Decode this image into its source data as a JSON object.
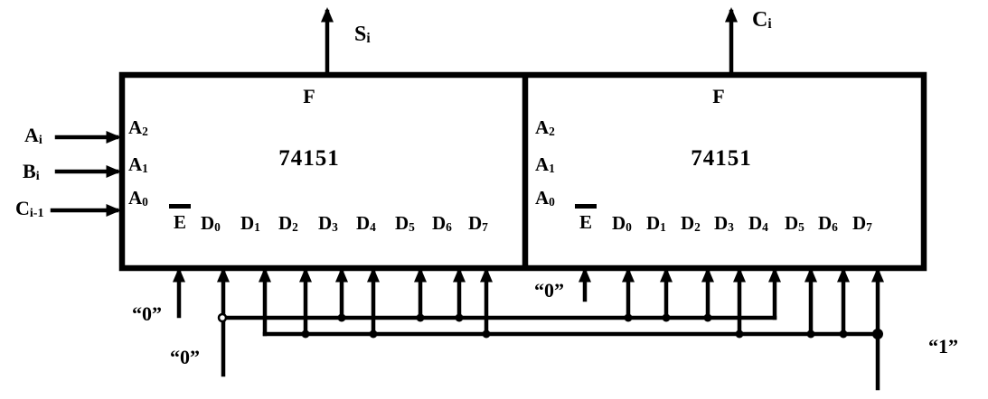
{
  "colors": {
    "ink": "#000000",
    "background": "#ffffff"
  },
  "outputs": {
    "sum": {
      "base": "S",
      "sub": "i"
    },
    "carry": {
      "base": "C",
      "sub": "i"
    }
  },
  "inputs": [
    {
      "base": "A",
      "sub": "i"
    },
    {
      "base": "B",
      "sub": "i"
    },
    {
      "base": "C",
      "sub": "i-1"
    }
  ],
  "chips": [
    {
      "function_label": "F",
      "part_number": "74151",
      "select_pins": [
        {
          "base": "A",
          "sub": "2"
        },
        {
          "base": "A",
          "sub": "1"
        },
        {
          "base": "A",
          "sub": "0"
        }
      ],
      "enable_pin": {
        "base": "E",
        "overline": true
      },
      "data_pins": [
        {
          "base": "D",
          "sub": "0"
        },
        {
          "base": "D",
          "sub": "1"
        },
        {
          "base": "D",
          "sub": "2"
        },
        {
          "base": "D",
          "sub": "3"
        },
        {
          "base": "D",
          "sub": "4"
        },
        {
          "base": "D",
          "sub": "5"
        },
        {
          "base": "D",
          "sub": "6"
        },
        {
          "base": "D",
          "sub": "7"
        }
      ]
    },
    {
      "function_label": "F",
      "part_number": "74151",
      "select_pins": [
        {
          "base": "A",
          "sub": "2"
        },
        {
          "base": "A",
          "sub": "1"
        },
        {
          "base": "A",
          "sub": "0"
        }
      ],
      "enable_pin": {
        "base": "E",
        "overline": true
      },
      "data_pins": [
        {
          "base": "D",
          "sub": "0"
        },
        {
          "base": "D",
          "sub": "1"
        },
        {
          "base": "D",
          "sub": "2"
        },
        {
          "base": "D",
          "sub": "3"
        },
        {
          "base": "D",
          "sub": "4"
        },
        {
          "base": "D",
          "sub": "5"
        },
        {
          "base": "D",
          "sub": "6"
        },
        {
          "base": "D",
          "sub": "7"
        }
      ]
    }
  ],
  "constants": {
    "left_enable": "“0”",
    "left_data_low": "“0”",
    "right_enable": "“0”",
    "data_high": "“1”"
  },
  "connections": {
    "left_chip_output": "Si",
    "right_chip_output": "Ci",
    "low_bus_pins": {
      "left_chip": [
        "D0",
        "D3",
        "D5",
        "D6"
      ],
      "right_chip": [
        "D0",
        "D1",
        "D2",
        "D4"
      ]
    },
    "high_bus_pins": {
      "left_chip": [
        "D1",
        "D2",
        "D4",
        "D7"
      ],
      "right_chip": [
        "D3",
        "D5",
        "D6",
        "D7"
      ]
    }
  }
}
